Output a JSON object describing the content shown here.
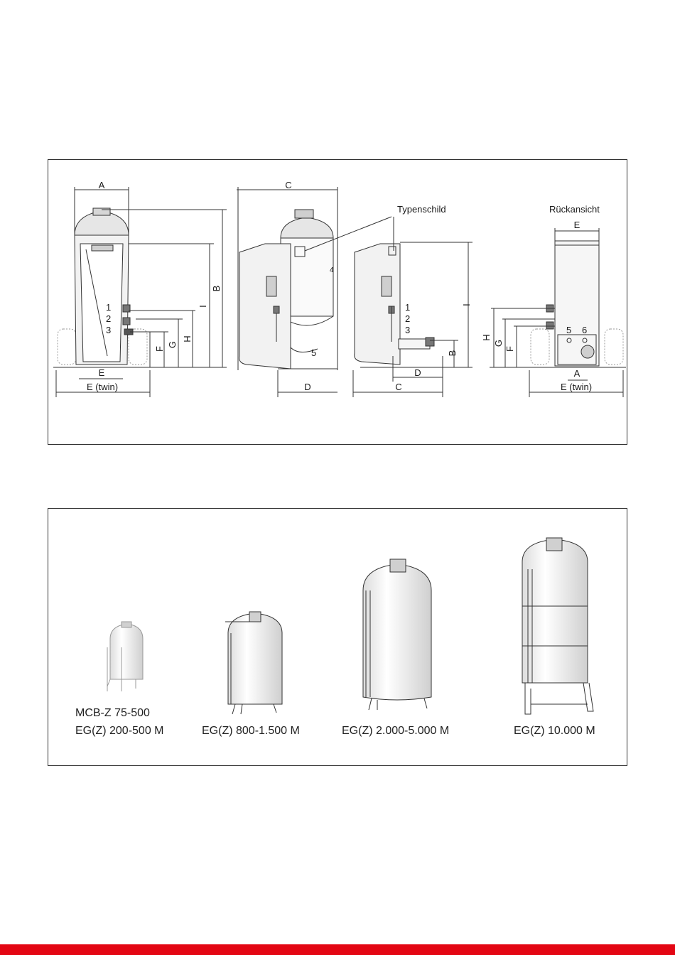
{
  "dimension_drawing": {
    "labels": {
      "typenschild": "Typenschild",
      "rueckansicht": "Rückansicht",
      "A": "A",
      "B": "B",
      "C": "C",
      "D": "D",
      "E": "E",
      "E_twin": "E (twin)",
      "F": "F",
      "G": "G",
      "H": "H",
      "I": "I",
      "n1": "1",
      "n2": "2",
      "n3": "3",
      "n4": "4",
      "n5": "5",
      "n6": "6"
    }
  },
  "tank_variants": {
    "items": [
      {
        "line1": "MCB-Z 75-500",
        "line2": "EG(Z) 200-500 M"
      },
      {
        "line1": "",
        "line2": "EG(Z) 800-1.500 M"
      },
      {
        "line1": "",
        "line2": "EG(Z) 2.000-5.000 M"
      },
      {
        "line1": "",
        "line2": "EG(Z) 10.000 M"
      }
    ]
  },
  "colors": {
    "accent_bar": "#e30613",
    "line": "#333333",
    "shade": "#e6e6e6"
  }
}
